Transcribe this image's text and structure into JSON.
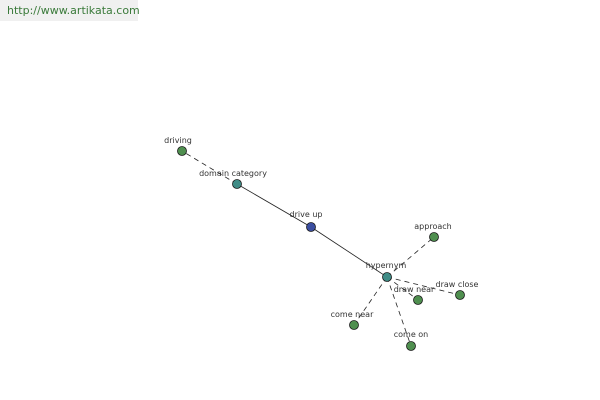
{
  "header": {
    "url": "http://www.artikata.com"
  },
  "colors": {
    "center": "#3b4ea0",
    "relation": "#3f8c86",
    "leaf": "#4f8f4f",
    "edge": "#222222"
  },
  "nodes": [
    {
      "id": "drive-up",
      "label": "drive up",
      "kind": "center"
    },
    {
      "id": "domain-category",
      "label": "domain category",
      "kind": "relation"
    },
    {
      "id": "hypernym",
      "label": "hypernym",
      "kind": "relation"
    },
    {
      "id": "driving",
      "label": "driving",
      "kind": "leaf"
    },
    {
      "id": "approach",
      "label": "approach",
      "kind": "leaf"
    },
    {
      "id": "draw-near",
      "label": "draw near",
      "kind": "leaf"
    },
    {
      "id": "draw-close",
      "label": "draw close",
      "kind": "leaf"
    },
    {
      "id": "come-near",
      "label": "come near",
      "kind": "leaf"
    },
    {
      "id": "come-on",
      "label": "come on",
      "kind": "leaf"
    }
  ],
  "edges": [
    {
      "from": "drive-up",
      "to": "domain-category",
      "style": "solid"
    },
    {
      "from": "drive-up",
      "to": "hypernym",
      "style": "solid"
    },
    {
      "from": "domain-category",
      "to": "driving",
      "style": "dashed"
    },
    {
      "from": "hypernym",
      "to": "approach",
      "style": "dashed"
    },
    {
      "from": "hypernym",
      "to": "draw-near",
      "style": "dashed"
    },
    {
      "from": "hypernym",
      "to": "draw-close",
      "style": "dashed"
    },
    {
      "from": "hypernym",
      "to": "come-near",
      "style": "dashed"
    },
    {
      "from": "hypernym",
      "to": "come-on",
      "style": "dashed"
    }
  ]
}
